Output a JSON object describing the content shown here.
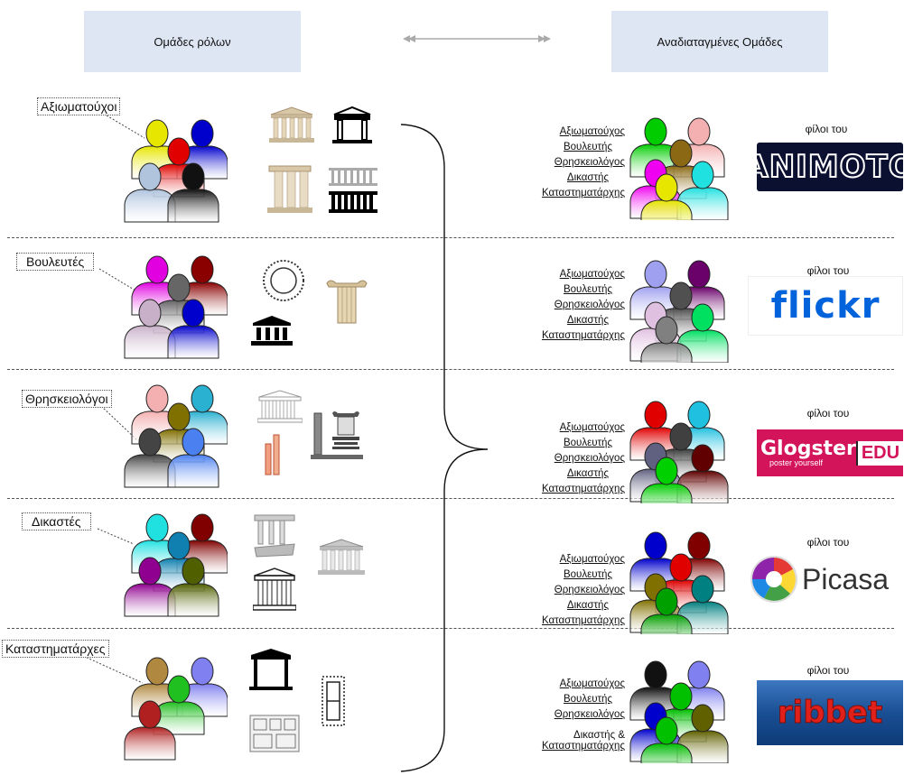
{
  "header": {
    "left_title": "Ομάδες ρόλων",
    "right_title": "Αναδιαταγμένες Ομάδες"
  },
  "groups": [
    {
      "label": "Αξιωματούχοι"
    },
    {
      "label": "Βουλευτές"
    },
    {
      "label": "Θρησκειολόγοι"
    },
    {
      "label": "Δικαστές"
    },
    {
      "label": "Καταστηματάρχες"
    }
  ],
  "mixed_groups": [
    {
      "roles": [
        "Αξιωματούχος",
        "Βουλευτής",
        "Θρησκειολόγος",
        "Δικαστής",
        "Καταστηματάρχης"
      ],
      "friends_label": "φίλοι του",
      "logo_text": "ANIMOTO"
    },
    {
      "roles": [
        "Αξιωματούχος",
        "Βουλευτής",
        "Θρησκειολόγος",
        "Δικαστής",
        "Καταστηματάρχης"
      ],
      "friends_label": "φίλοι του",
      "logo_text": "flickr"
    },
    {
      "roles": [
        "Αξιωματούχος",
        "Βουλευτής",
        "Θρησκειολόγος",
        "Δικαστής",
        "Καταστηματάρχης"
      ],
      "friends_label": "φίλοι του",
      "logo_text": "Glogster",
      "logo_sub": "poster yourself",
      "logo_badge": "EDU"
    },
    {
      "roles": [
        "Αξιωματούχος",
        "Βουλευτής",
        "Θρησκειολόγος",
        "Δικαστής",
        "Καταστηματάρχης"
      ],
      "friends_label": "φίλοι του",
      "logo_text": "Picasa"
    },
    {
      "roles": [
        "Αξιωματούχος",
        "Βουλευτής",
        "Θρησκειολόγος",
        "Δικαστής &",
        "Καταστηματάρχης"
      ],
      "friends_label": "φίλοι του",
      "logo_text": "ribbet"
    }
  ],
  "colors": {
    "header_bg": "#dde6f2",
    "animoto_bg": "#0b1030",
    "flickr_blue": "#0063dc",
    "flickr_pink": "#ff0084",
    "glogster_bg": "#d4145a",
    "ribbet_bg": "#1c5aa8",
    "ribbet_text": "#e0201b"
  },
  "people_colors": {
    "left": [
      [
        "#e6e600",
        "#0000cc",
        "#e00000",
        "#b0c4de",
        "#111111"
      ],
      [
        "#e000e0",
        "#8a0000",
        "#666666",
        "#c8b0c8",
        "#0000cc"
      ],
      [
        "#f4b0b0",
        "#2ab0d0",
        "#807000",
        "#444444",
        "#4a80f0"
      ],
      [
        "#20e0e0",
        "#800000",
        "#1080b0",
        "#900090",
        "#506000"
      ],
      [
        "#b08840",
        "#8080f0",
        "#20c020",
        "#b02020"
      ]
    ],
    "right": [
      [
        "#00cc00",
        "#f4b0b0",
        "#8b6914",
        "#f000f0",
        "#20e0e0",
        "#e6e600"
      ],
      [
        "#a0a0f0",
        "#6a006a",
        "#505050",
        "#e0c0e0",
        "#00e060",
        "#808080"
      ],
      [
        "#e00000",
        "#20c0e0",
        "#404040",
        "#606080",
        "#600000",
        "#00d000"
      ],
      [
        "#0000cc",
        "#800000",
        "#e00000",
        "#807000",
        "#008080",
        "#00a000"
      ],
      [
        "#111111",
        "#8080f0",
        "#00c000",
        "#0000cc",
        "#606000",
        "#00c000"
      ]
    ]
  }
}
